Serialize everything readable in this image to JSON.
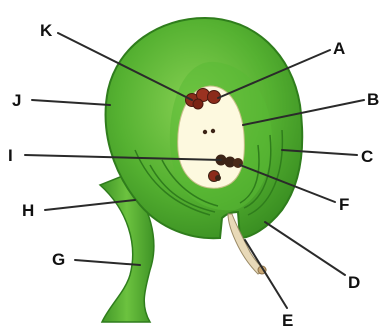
{
  "labels": {
    "K": "K",
    "A": "A",
    "J": "J",
    "B": "B",
    "I": "I",
    "C": "C",
    "F": "F",
    "H": "H",
    "G": "G",
    "D": "D",
    "E": "E"
  },
  "colors": {
    "ovule_green": "#4fae2c",
    "ovule_dark": "#2f7d1c",
    "ovule_light": "#7fcf4d",
    "embryo_sac": "#fdf9df",
    "nucleus_brown": "#8b2b1a",
    "nucleus_dark": "#3c2416",
    "pollen_tube": "#e8d9b8"
  }
}
